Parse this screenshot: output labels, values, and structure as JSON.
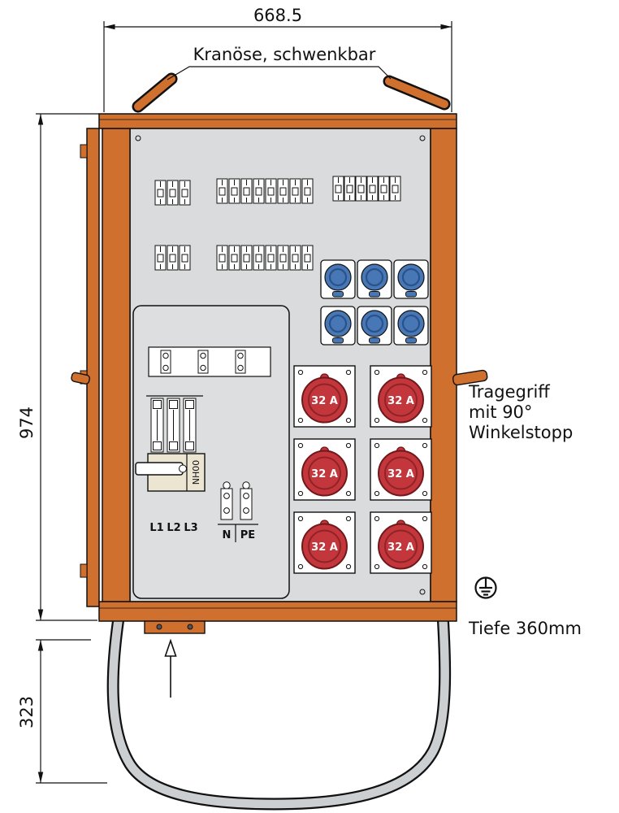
{
  "drawing": {
    "dim_width": "668.5",
    "dim_height": "974",
    "dim_stand": "323",
    "crane_label": "Kranöse, schwenkbar",
    "handle_label": [
      "Tragegriff",
      "mit 90°",
      "Winkelstopp"
    ],
    "depth_label": "Tiefe 360mm"
  },
  "panel": {
    "nh_switch_label": "NH00",
    "phase_labels": [
      "L1",
      "L2",
      "L3"
    ],
    "neutral_label": "N",
    "earth_label": "PE",
    "socket_rating": "32 A"
  },
  "colors": {
    "frame_orange": "#D0702E",
    "panel_gray": "#D9DBDC",
    "socket_blue": "#4877B6",
    "socket_red": "#C3363B",
    "tube_gray": "#CBCFD1"
  }
}
